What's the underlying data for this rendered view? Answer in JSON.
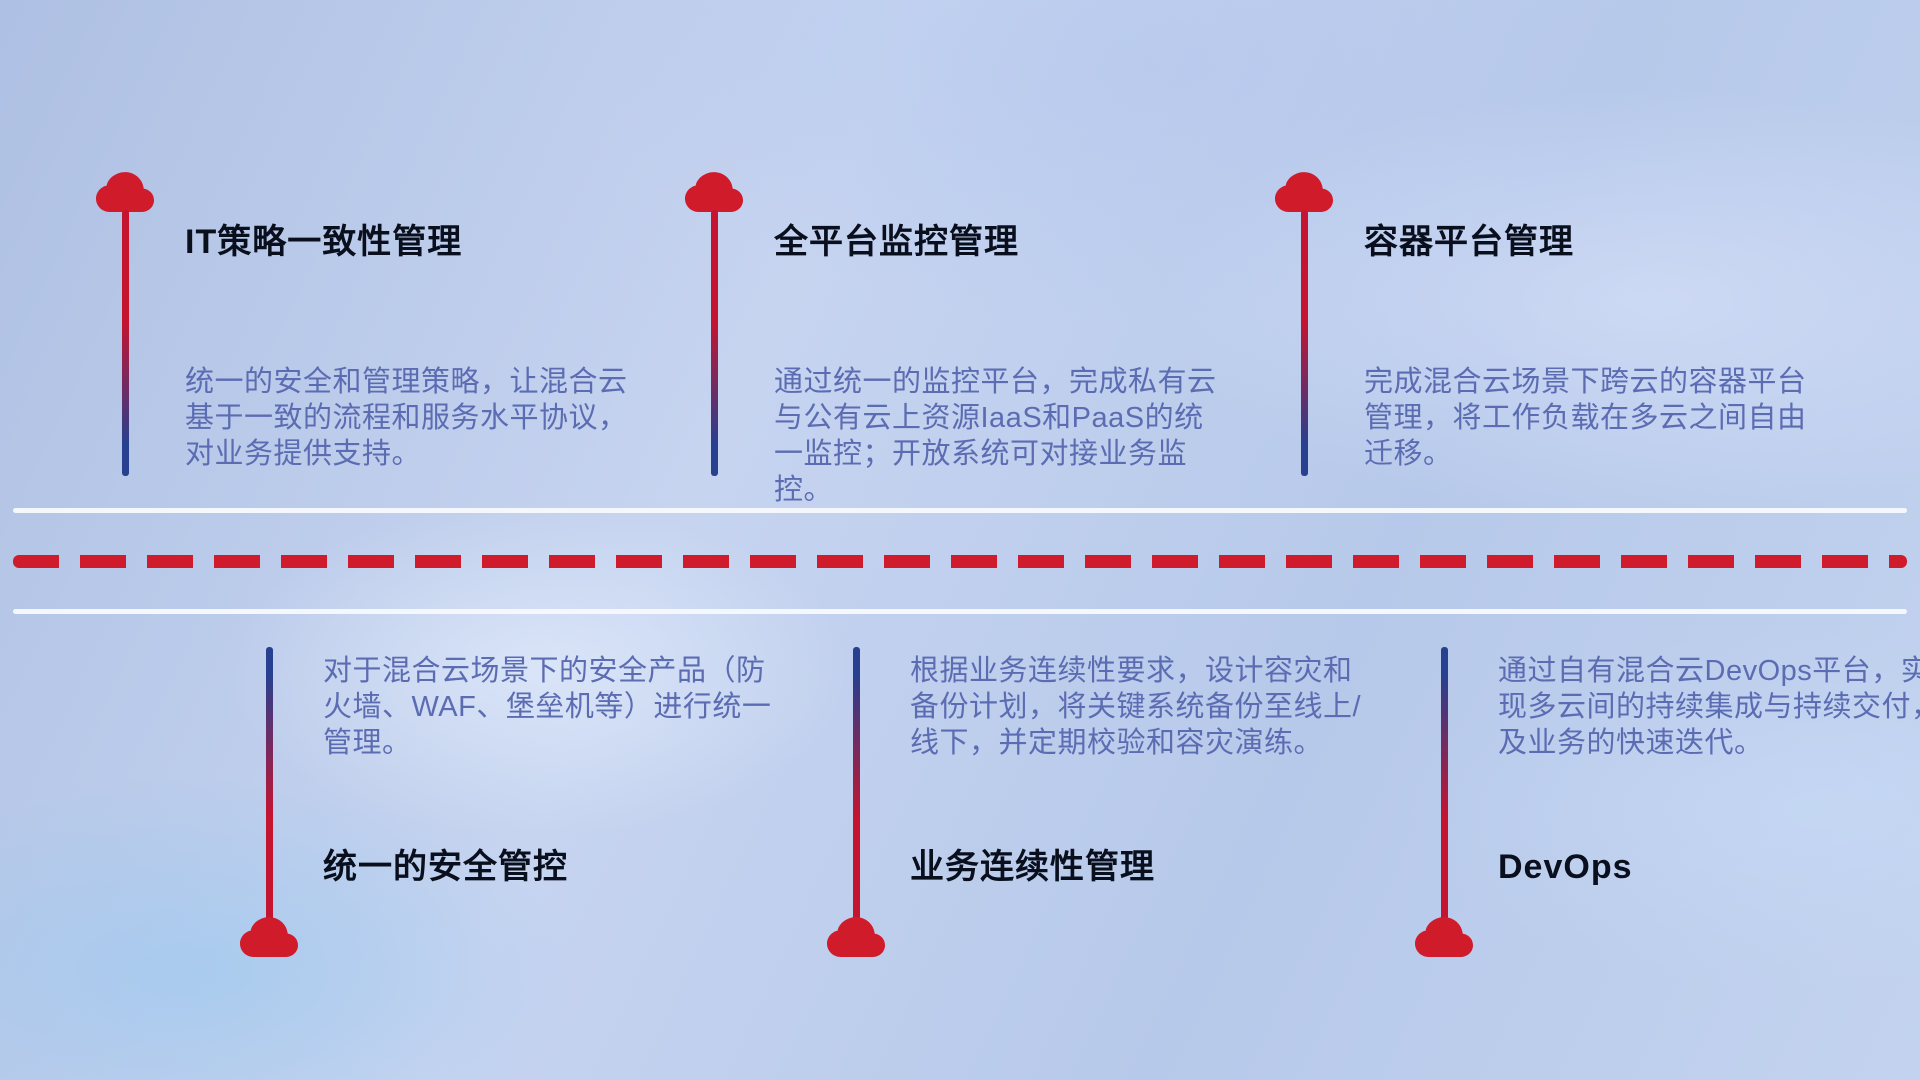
{
  "top_items": [
    {
      "title": "IT策略一致性管理",
      "description": "统一的安全和管理策略，让混合云基于一致的流程和服务水平协议，对业务提供支持。"
    },
    {
      "title": "全平台监控管理",
      "description": "通过统一的监控平台，完成私有云与公有云上资源IaaS和PaaS的统一监控；开放系统可对接业务监控。"
    },
    {
      "title": "容器平台管理",
      "description": "完成混合云场景下跨云的容器平台管理，将工作负载在多云之间自由迁移。"
    }
  ],
  "bottom_items": [
    {
      "title": "统一的安全管控",
      "description": "对于混合云场景下的安全产品（防火墙、WAF、堡垒机等）进行统一管理。"
    },
    {
      "title": "业务连续性管理",
      "description": "根据业务连续性要求，设计容灾和备份计划，将关键系统备份至线上/线下，并定期校验和容灾演练。"
    },
    {
      "title": "DevOps",
      "description": "通过自有混合云DevOps平台，实现多云间的持续集成与持续交付，及业务的快速迭代。"
    }
  ],
  "colors": {
    "cloud_red": "#d01b2b",
    "line_red": "#c41430",
    "line_blue": "#27408f",
    "dash_red": "#cf1b2b",
    "title_color": "#0a0f1e",
    "desc_color": "#5c6cb2",
    "white_line": "#f4f8fd"
  }
}
